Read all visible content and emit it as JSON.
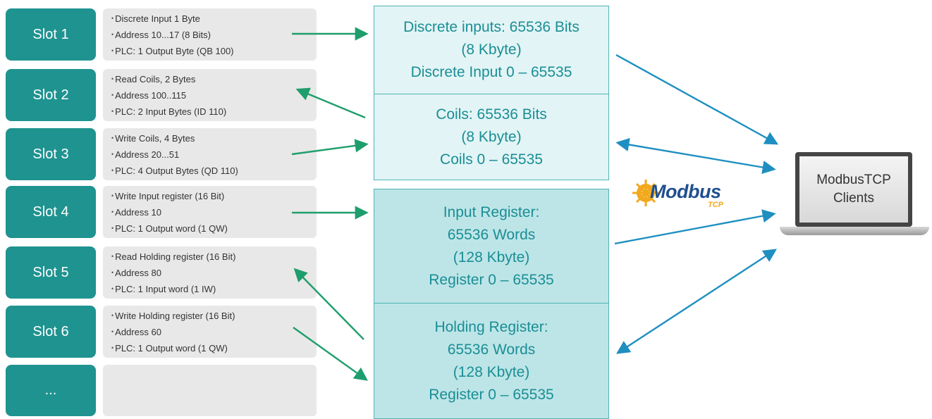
{
  "slots": [
    {
      "label": "Slot 1",
      "lines": [
        "Discrete Input 1 Byte",
        "Address 10...17 (8 Bits)",
        "PLC: 1 Output Byte (QB 100)"
      ]
    },
    {
      "label": "Slot 2",
      "lines": [
        "Read Coils, 2 Bytes",
        "Address 100..115",
        "PLC: 2 Input Bytes (ID 110)"
      ]
    },
    {
      "label": "Slot 3",
      "lines": [
        "Write Coils, 4 Bytes",
        "Address 20...51",
        "PLC: 4 Output Bytes (QD 110)"
      ]
    },
    {
      "label": "Slot 4",
      "lines": [
        "Write Input register (16 Bit)",
        "Address 10",
        "PLC: 1 Output word (1 QW)"
      ]
    },
    {
      "label": "Slot 5",
      "lines": [
        "Read Holding register (16 Bit)",
        "Address 80",
        "PLC: 1 Input word (1 IW)"
      ]
    },
    {
      "label": "Slot 6",
      "lines": [
        "Write Holding register (16 Bit)",
        "Address 60",
        "PLC: 1 Output word (1 QW)"
      ]
    },
    {
      "label": "...",
      "lines": []
    }
  ],
  "memory": {
    "discrete": [
      "Discrete inputs: 65536 Bits",
      "(8 Kbyte)",
      "Discrete Input 0 – 65535"
    ],
    "coils": [
      "Coils: 65536 Bits",
      "(8 Kbyte)",
      "Coils 0 – 65535"
    ],
    "input_register": [
      "Input Register:",
      "65536 Words",
      "(128 Kbyte)",
      "Register 0 – 65535"
    ],
    "holding_register": [
      "Holding Register:",
      "65536 Words",
      "(128 Kbyte)",
      "Register 0 – 65535"
    ]
  },
  "logo": {
    "main": "Modbus",
    "sub": "TCP"
  },
  "client": {
    "line1": "ModbusTCP",
    "line2": "Clients"
  },
  "colors": {
    "slot": "#1f9390",
    "arrow_green": "#1e9e6c",
    "arrow_blue": "#1e8fc0",
    "box_light": "#e2f4f5",
    "box_dark": "#bde5e7"
  }
}
